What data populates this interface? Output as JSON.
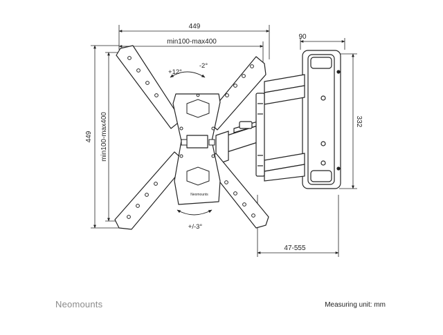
{
  "dimensions": {
    "top_width": "449",
    "top_vesa": "min100-max400",
    "left_height": "449",
    "left_vesa": "min100-max400",
    "depth_top": "90",
    "right_height": "332",
    "extension": "47-555"
  },
  "rotation": {
    "plus": "+12°",
    "minus": "-2°",
    "bottom": "+/-3°"
  },
  "plate_logo": "Neomounts",
  "footer": {
    "brand": "Neomounts",
    "units": "Measuring unit: mm"
  }
}
